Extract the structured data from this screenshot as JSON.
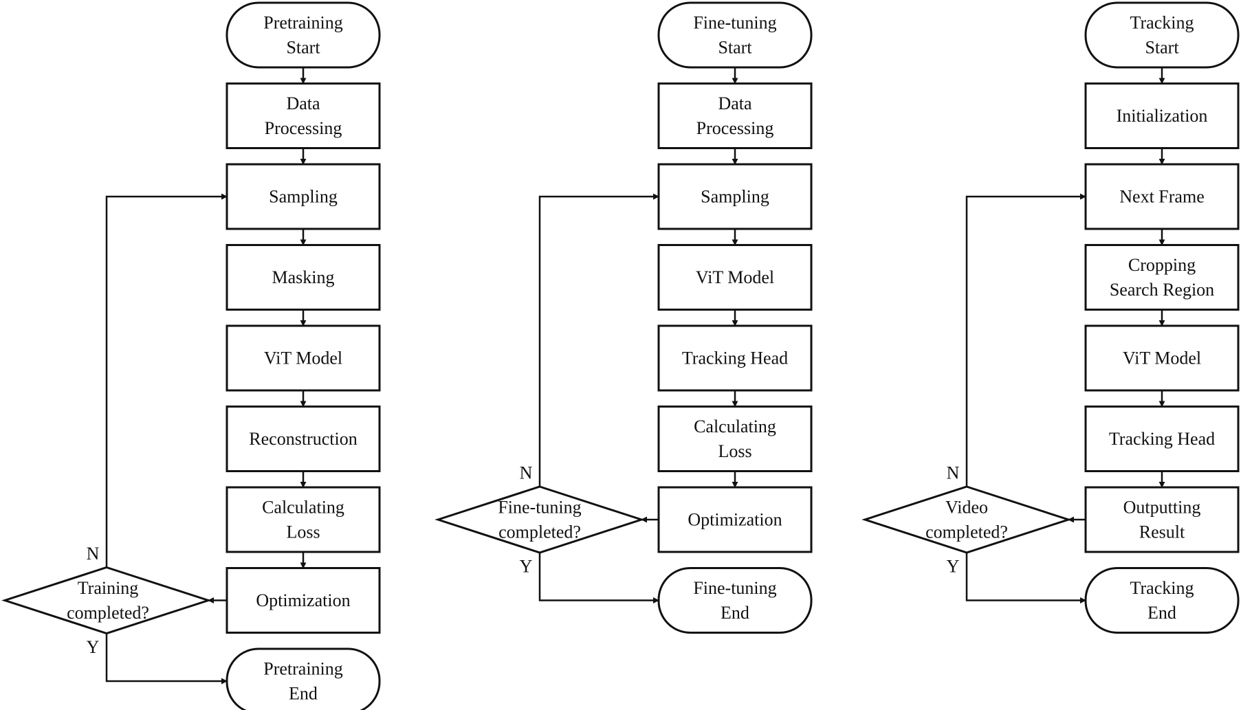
{
  "pretraining": {
    "start": [
      "Pretraining",
      "Start"
    ],
    "steps": [
      [
        "Data",
        "Processing"
      ],
      [
        "Sampling"
      ],
      [
        "Masking"
      ],
      [
        "ViT Model"
      ],
      [
        "Reconstruction"
      ],
      [
        "Calculating",
        "Loss"
      ],
      [
        "Optimization"
      ]
    ],
    "decision": [
      "Training",
      "completed?"
    ],
    "no_label": "N",
    "yes_label": "Y",
    "end": [
      "Pretraining",
      "End"
    ]
  },
  "finetuning": {
    "start": [
      "Fine-tuning",
      "Start"
    ],
    "steps": [
      [
        "Data",
        "Processing"
      ],
      [
        "Sampling"
      ],
      [
        "ViT Model"
      ],
      [
        "Tracking Head"
      ],
      [
        "Calculating",
        "Loss"
      ],
      [
        "Optimization"
      ]
    ],
    "decision": [
      "Fine-tuning",
      "completed?"
    ],
    "no_label": "N",
    "yes_label": "Y",
    "end": [
      "Fine-tuning",
      "End"
    ]
  },
  "tracking": {
    "start": [
      "Tracking",
      "Start"
    ],
    "steps": [
      [
        "Initialization"
      ],
      [
        "Next Frame"
      ],
      [
        "Cropping",
        "Search Region"
      ],
      [
        "ViT Model"
      ],
      [
        "Tracking Head"
      ],
      [
        "Outputting",
        "Result"
      ]
    ],
    "decision": [
      "Video",
      "completed?"
    ],
    "no_label": "N",
    "yes_label": "Y",
    "end": [
      "Tracking",
      "End"
    ]
  }
}
